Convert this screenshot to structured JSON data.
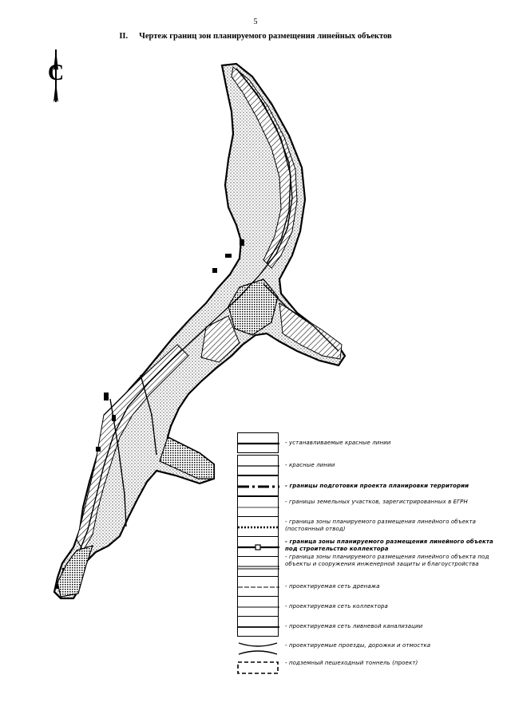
{
  "page_number": "5",
  "title": {
    "number": "II.",
    "text": "Чертеж границ зон планируемого размещения линейных объектов"
  },
  "north_arrow": {
    "label": "С",
    "icon": "north-arrow-icon"
  },
  "legend": {
    "items": [
      {
        "id": "established-red-lines",
        "text": "- устанавливаемые красные линии",
        "color": "#000000"
      },
      {
        "id": "red-lines",
        "text": "- красные линии",
        "color": "#000000"
      },
      {
        "id": "planning-boundary",
        "text": "- границы подготовки проекта планировки территории",
        "color": "#000000"
      },
      {
        "id": "land-plots",
        "text": "- границы земельных участков, зарегистрированных в ЕГРН",
        "color": "#000000"
      },
      {
        "id": "zone-permanent",
        "text": "- граница зоны планируемого размещения линейного объекта (постоянный отвод)",
        "color": "#000000"
      },
      {
        "id": "zone-collector",
        "text": "- граница зоны планируемого размещения линейного объекта под строительство коллектора",
        "color": "#000000"
      },
      {
        "id": "zone-engineering",
        "text": "- граница зоны планируемого размещения линейного объекта под объекты и сооружения инженерной защиты и благоустройства",
        "color": "#000000"
      },
      {
        "id": "drainage",
        "text": "- проектируемая сеть дренажа",
        "color": "#000000"
      },
      {
        "id": "collector",
        "text": "- проектируемая сеть коллектора",
        "color": "#000000"
      },
      {
        "id": "storm-sewer",
        "text": "- проектируемая сеть ливневой канализации",
        "color": "#000000"
      },
      {
        "id": "driveways",
        "text": "- проектируемые проезды, дорожки и отмостка",
        "color": "#000000"
      },
      {
        "id": "tunnel",
        "text": "- подземный пешеходный тоннель (проект)",
        "color": "#000000"
      }
    ]
  }
}
